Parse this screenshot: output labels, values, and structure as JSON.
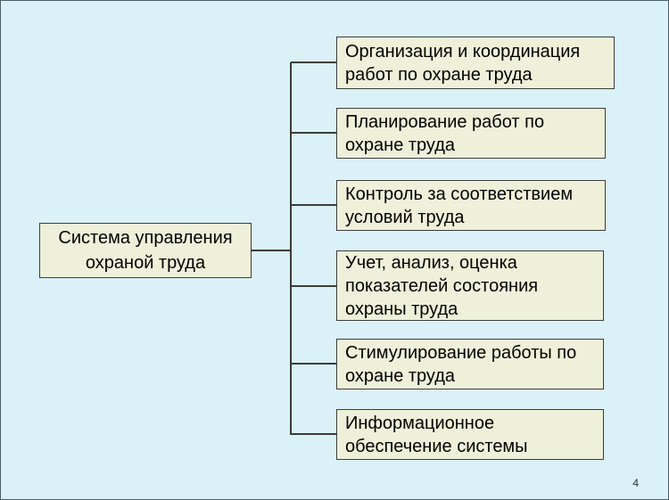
{
  "page": {
    "number": "4",
    "colors": {
      "background": "#d9f1f7",
      "box_fill": "#eef0d9",
      "box_border": "#3c3c3c",
      "connector_line": "#3c3c3c",
      "text": "#000000"
    }
  },
  "diagram": {
    "root": {
      "label": "Система управления\nохраной труда"
    },
    "branches": [
      {
        "label": "Организация и координация\nработ по охране труда"
      },
      {
        "label": "Планирование работ по\nохране труда"
      },
      {
        "label": "Контроль за соответствием\nусловий труда"
      },
      {
        "label": "Учет, анализ, оценка\nпоказателей состояния\nохраны труда"
      },
      {
        "label": "Стимулирование работы по\nохране труда"
      },
      {
        "label": "Информационное\nобеспечение системы"
      }
    ]
  }
}
